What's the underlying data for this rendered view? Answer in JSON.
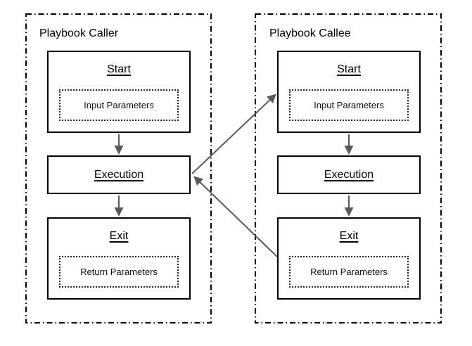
{
  "colors": {
    "box_border": "#000000",
    "container_border": "#000000",
    "arrow": "#595959",
    "background": "#ffffff"
  },
  "caller": {
    "title": "Playbook Caller",
    "start": {
      "title": "Start",
      "param": "Input Parameters"
    },
    "execution": {
      "title": "Execution"
    },
    "exit": {
      "title": "Exit",
      "param": "Return Parameters"
    }
  },
  "callee": {
    "title": "Playbook Callee",
    "start": {
      "title": "Start",
      "param": "Input Parameters"
    },
    "execution": {
      "title": "Execution"
    },
    "exit": {
      "title": "Exit",
      "param": "Return Parameters"
    }
  },
  "arrows": [
    {
      "from": "caller.start",
      "to": "caller.execution",
      "type": "straight-down"
    },
    {
      "from": "caller.execution",
      "to": "caller.exit",
      "type": "straight-down"
    },
    {
      "from": "callee.start",
      "to": "callee.execution",
      "type": "straight-down"
    },
    {
      "from": "callee.execution",
      "to": "callee.exit",
      "type": "straight-down"
    },
    {
      "from": "caller.execution",
      "to": "callee.start",
      "type": "diagonal-call"
    },
    {
      "from": "callee.exit",
      "to": "caller.execution",
      "type": "diagonal-return"
    }
  ]
}
